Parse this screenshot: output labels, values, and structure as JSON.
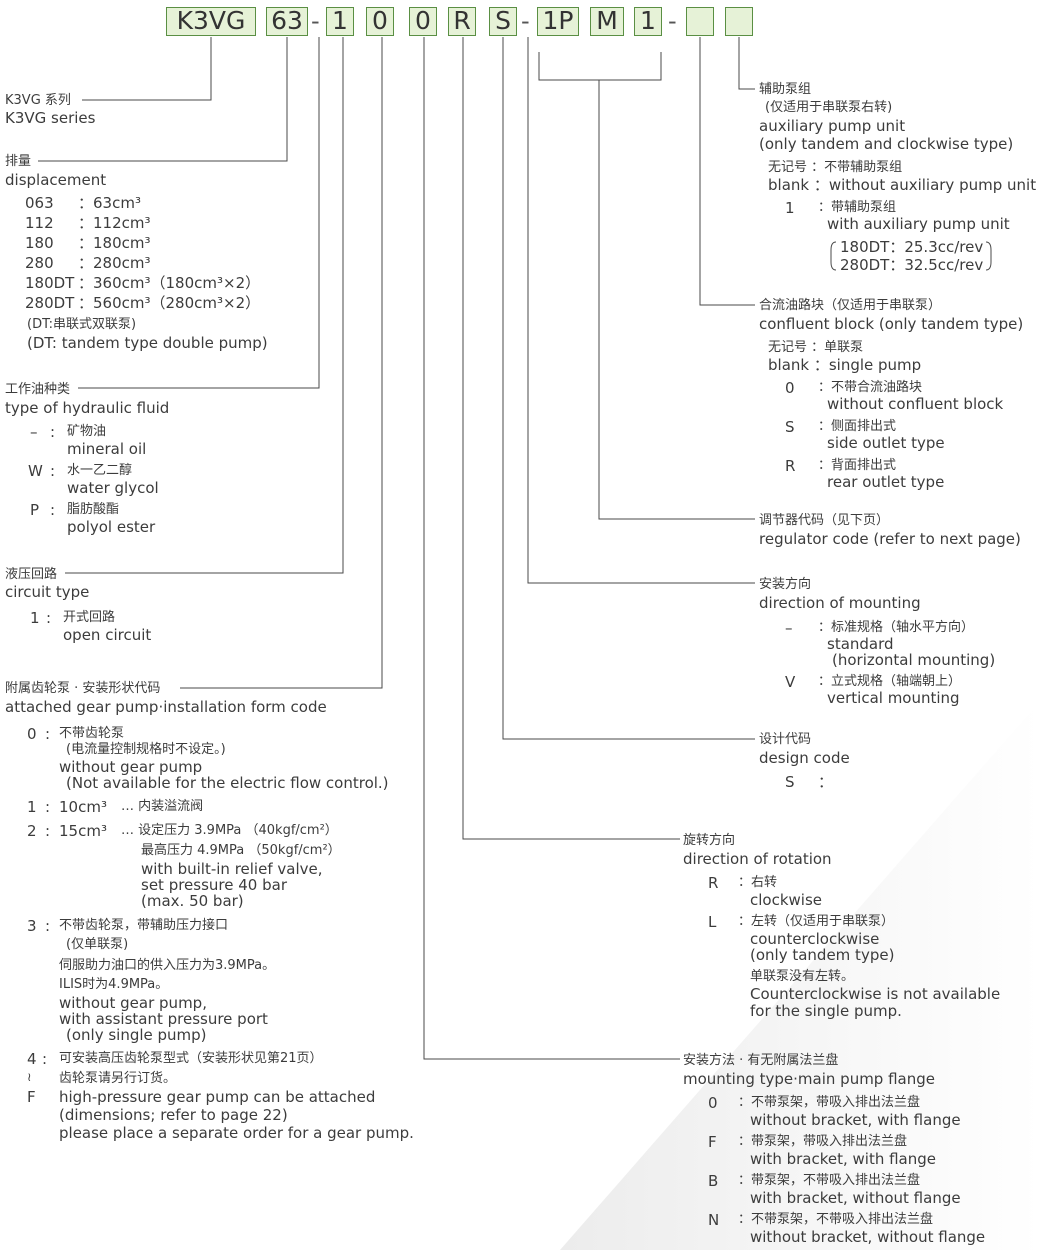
{
  "code": {
    "boxes": [
      "K3VG",
      "63",
      "1",
      "0",
      "0",
      "R",
      "S",
      "1P",
      "M",
      "1",
      "",
      ""
    ],
    "dash": "-"
  },
  "left": {
    "series": {
      "zh": "K3VG 系列",
      "en": "K3VG series"
    },
    "disp": {
      "zh": "排量",
      "en": "displacement",
      "rows": [
        {
          "code": "063",
          "val": "：63cm³"
        },
        {
          "code": "112",
          "val": "：112cm³"
        },
        {
          "code": "180",
          "val": "：180cm³"
        },
        {
          "code": "280",
          "val": "：280cm³"
        },
        {
          "code": "180DT",
          "val": "：360cm³（180cm³×2）"
        },
        {
          "code": "280DT",
          "val": "：560cm³（280cm³×2）"
        }
      ],
      "note_zh": "(DT:串联式双联泵)",
      "note_en": "(DT: tandem type double pump)"
    },
    "fluid": {
      "zh": "工作油种类",
      "en": "type of hydraulic fluid",
      "rows": [
        {
          "code": "–",
          "zh": "矿物油",
          "en": "mineral oil"
        },
        {
          "code": "W",
          "zh": "水一乙二醇",
          "en": "water glycol"
        },
        {
          "code": "P",
          "zh": "脂肪酸酯",
          "en": "polyol ester"
        }
      ]
    },
    "circuit": {
      "zh": "液压回路",
      "en": "circuit type",
      "rows": [
        {
          "code": "1",
          "zh": "开式回路",
          "en": "open circuit"
        }
      ]
    },
    "gear": {
      "zh": "附属齿轮泵 · 安装形状代码",
      "en": "attached gear pump·installation form code",
      "c0": {
        "code": "0",
        "zh1": "不带齿轮泵",
        "zh2": "(电流量控制规格时不设定。)",
        "en1": "without gear pump",
        "en2": "(Not available for the electric flow control.)"
      },
      "c1": {
        "code": "1",
        "vol": "10cm³",
        "zh": "… 内装溢流阀"
      },
      "c2": {
        "code": "2",
        "vol": "15cm³",
        "zh1": "… 设定压力 3.9MPa （40kgf/cm²）",
        "zh2": "最高压力 4.9MPa （50kgf/cm²）",
        "en1": "with built-in relief valve,",
        "en2": "set pressure 40 bar",
        "en3": "(max. 50 bar)"
      },
      "c3": {
        "code": "3",
        "zh1": "不带齿轮泵，带辅助压力接口",
        "zh2": "(仅单联泵)",
        "zh3": "伺服助力油口的供入压力为3.9MPa。",
        "zh4": "ILIS时为4.9MPa。",
        "en1": "without gear pump,",
        "en2": "with assistant pressure port",
        "en3": "(only single pump)"
      },
      "c4": {
        "code1": "4",
        "code2": "≀",
        "code3": "F",
        "zh1": "可安装高压齿轮泵型式（安装形状见第21页）",
        "zh2": "齿轮泵请另行订货。",
        "en1": "high-pressure gear pump can be attached",
        "en2": "(dimensions; refer to page 22)",
        "en3": "please place a separate order for a gear pump."
      }
    }
  },
  "right": {
    "aux": {
      "zh1": "辅助泵组",
      "zh2": "(仅适用于串联泵右转)",
      "en1": "auxiliary pump unit",
      "en2": "(only tandem and clockwise type)",
      "blank_zh": "无记号 ：不带辅助泵组",
      "blank_en": "blank ：without auxiliary pump unit",
      "one_code": "1",
      "one_zh": "：带辅助泵组",
      "one_en": "with auxiliary pump unit",
      "sub1": "180DT：25.3cc/rev",
      "sub2": "280DT：32.5cc/rev"
    },
    "confluent": {
      "zh": "合流油路块（仅适用于串联泵）",
      "en": "confluent block (only tandem type)",
      "blank_zh": "无记号 ：单联泵",
      "blank_en": "blank ：single pump",
      "rows": [
        {
          "code": "0",
          "zh": "：不带合流油路块",
          "en": "without confluent block"
        },
        {
          "code": "S",
          "zh": "：侧面排出式",
          "en": "side outlet type"
        },
        {
          "code": "R",
          "zh": "：背面排出式",
          "en": "rear outlet type"
        }
      ]
    },
    "regulator": {
      "zh": "调节器代码（见下页）",
      "en": "regulator code (refer to next page)"
    },
    "mounting_dir": {
      "zh": "安装方向",
      "en": "direction of mounting",
      "std": {
        "code": "–",
        "zh": "：标准规格（轴水平方向）",
        "en1": "standard",
        "en2": "(horizontal mounting)"
      },
      "v": {
        "code": "V",
        "zh": "：立式规格（轴端朝上）",
        "en": "vertical mounting"
      }
    },
    "design": {
      "zh": "设计代码",
      "en": "design code",
      "code": "S",
      "val": "："
    },
    "rotation": {
      "zh": "旋转方向",
      "en": "direction of rotation",
      "r": {
        "code": "R",
        "zh": "：右转",
        "en": "clockwise"
      },
      "l": {
        "code": "L",
        "zh": "：左转（仅适用于串联泵）",
        "en1": "counterclockwise",
        "en2": "(only tandem type)",
        "zh2": "单联泵没有左转。",
        "en3": "Counterclockwise is not available",
        "en4": "for the single pump."
      }
    },
    "flange": {
      "zh": "安装方法 · 有无附属法兰盘",
      "en": "mounting type·main pump flange",
      "rows": [
        {
          "code": "0",
          "zh": "：不带泵架，带吸入排出法兰盘",
          "en": "without bracket, with flange"
        },
        {
          "code": "F",
          "zh": "：带泵架，带吸入排出法兰盘",
          "en": "with bracket, with flange"
        },
        {
          "code": "B",
          "zh": "：带泵架，不带吸入排出法兰盘",
          "en": "with bracket, without flange"
        },
        {
          "code": "N",
          "zh": "：不带泵架，不带吸入排出法兰盘",
          "en": "without bracket, without flange"
        }
      ]
    }
  }
}
